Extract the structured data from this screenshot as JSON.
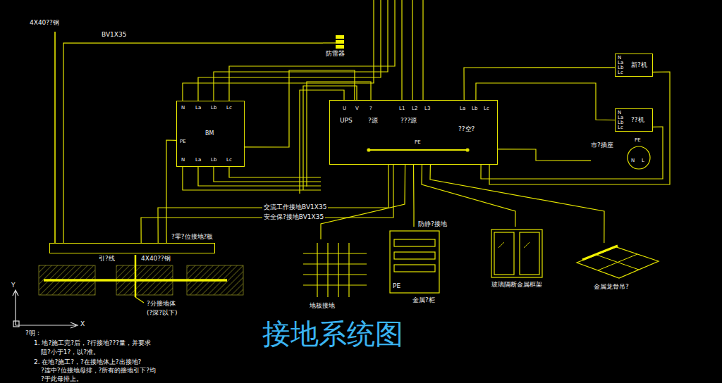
{
  "diagram": {
    "title": "接地系统图",
    "nodes": [
      {
        "text": [
          "防雷器"
        ]
      },
      {
        "text": [
          "N",
          "La",
          "Lb",
          "Lc",
          "BM",
          "PE",
          "N",
          "La",
          "Lb",
          "Lc"
        ]
      },
      {
        "text": [
          "U",
          "V",
          "?",
          "UPS",
          "?源",
          "L1",
          "L2",
          "L3",
          "???源",
          "La",
          "Lb",
          "Lc",
          "??空?",
          "PE"
        ]
      },
      {
        "text": [
          "N",
          "La",
          "Lb",
          "Lc",
          "新?机"
        ]
      },
      {
        "text": [
          "N",
          "La",
          "Lb",
          "Lc",
          "??机"
        ]
      },
      {
        "text": [
          "市?插座",
          "PE",
          "N",
          "L"
        ]
      },
      {
        "text": [
          "?零?位接地?板"
        ]
      },
      {
        "text": [
          "地板接地"
        ]
      },
      {
        "text": [
          "PE",
          "金属?柜"
        ]
      },
      {
        "text": [
          "玻璃隔断金属框架"
        ]
      },
      {
        "text": [
          "金属龙骨吊?"
        ]
      }
    ],
    "edges": [
      {
        "from": 2,
        "to": 7,
        "arrow": "none"
      },
      {
        "from": 2,
        "to": 8,
        "arrow": "none"
      },
      {
        "from": 2,
        "to": 9,
        "arrow": "none"
      },
      {
        "from": 2,
        "to": 10,
        "arrow": "none"
      },
      {
        "from": 2,
        "to": 6,
        "label": "交流工作接地BV1X35",
        "arrow": "none"
      },
      {
        "from": 2,
        "to": 6,
        "label": "安全保?接地BV1X35",
        "arrow": "none"
      },
      {
        "from": 3,
        "to": 2,
        "arrow": "none"
      },
      {
        "from": 4,
        "to": 2,
        "arrow": "none"
      },
      {
        "from": 5,
        "to": 2,
        "arrow": "none"
      },
      {
        "from": 1,
        "to": 6,
        "arrow": "none"
      },
      {
        "from": 1,
        "to": 2,
        "arrow": "none"
      },
      {
        "from": 2,
        "to": 3,
        "arrow": "none"
      },
      {
        "from": 2,
        "to": 4,
        "arrow": "none"
      },
      {
        "from": 0,
        "to": 6,
        "label": "BV1X35",
        "arrow": "none"
      }
    ],
    "labels": [
      "4X40??钢",
      "防静?接地",
      "引?线",
      "4X40??钢",
      "?分接地体",
      "(?深?以下)",
      "Y",
      "X",
      "?明：",
      "1. 地?施工完?后，?行接地???量，并要求",
      "阻?小于1?，以?准。",
      "2. 在地?施工?，?在接地体上?出接地?",
      "?连中?位接地母排，?所有的接地引下?均",
      "?于此母排上。"
    ]
  }
}
